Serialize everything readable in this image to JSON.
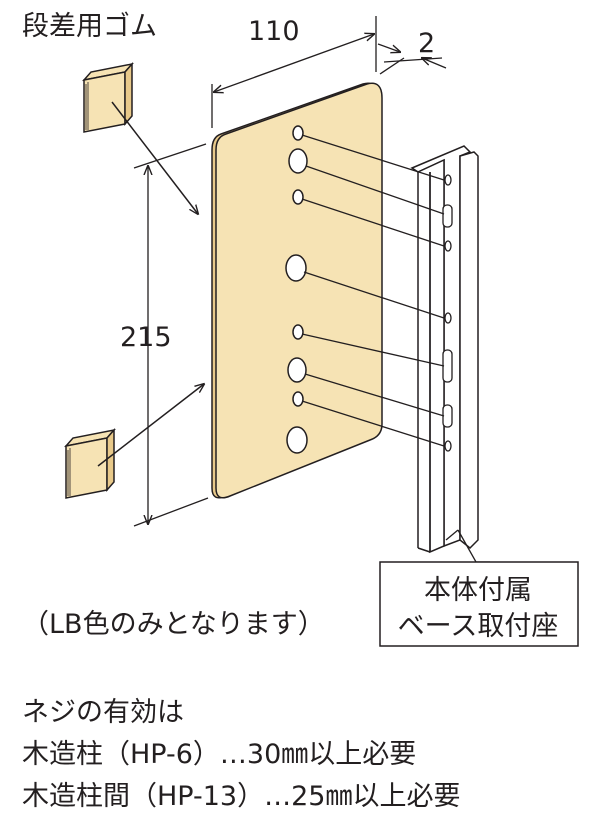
{
  "labels": {
    "rubber_pad": "段差用ゴム",
    "width": "110",
    "thickness": "2",
    "height": "215",
    "color_note": "（LB色のみとなります）",
    "callout_line1": "本体付属",
    "callout_line2": "ベース取付座"
  },
  "notes": {
    "line1": "ネジの有効は",
    "line2": "木造柱（HP-6）…30㎜以上必要",
    "line3": "木造柱間（HP-13）…25㎜以上必要"
  },
  "colors": {
    "plate_fill": "#f6e3b4",
    "plate_edge": "#e8c98a",
    "line": "#231f20",
    "background": "#ffffff"
  }
}
